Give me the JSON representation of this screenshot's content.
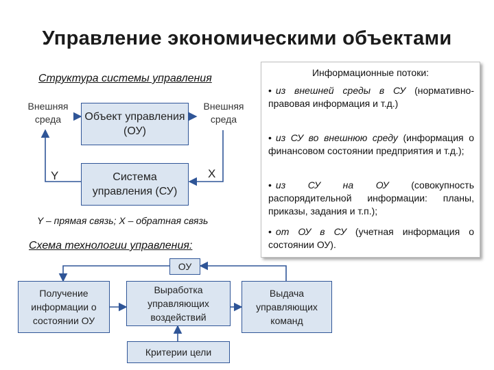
{
  "title": "Управление экономическими объектами",
  "structure": {
    "heading": "Структура системы управления",
    "left_env": "Внешняя среда",
    "right_env": "Внешняя среда",
    "object_box": "Объект управления (ОУ)",
    "system_box": "Система управления (СУ)",
    "y_label": "Y",
    "x_label": "X",
    "feedback_note": "Y – прямая связь; X – обратная связь"
  },
  "info_flows": {
    "heading": "Информационные потоки:",
    "items": [
      {
        "bullet": "•",
        "em": "из внешней среды в СУ",
        "rest": " (нормативно-правовая информация и т.д.)"
      },
      {
        "bullet": "•",
        "em": "из СУ во внешнюю среду",
        "rest": " (информация о финансовом состоянии предприятия и т.д.);"
      },
      {
        "bullet": "•",
        "em": "из СУ на ОУ",
        "rest": " (совокупность распорядительной информации: планы, приказы, задания и т.п.);"
      },
      {
        "bullet": "•",
        "em": "от ОУ в СУ",
        "rest": " (учетная информация о состоянии ОУ)."
      }
    ]
  },
  "tech_scheme": {
    "heading": "Схема технологии управления:",
    "top_box": "ОУ",
    "box1": "Получение информации о состоянии ОУ",
    "box2": "Выработка управляющих воздействий",
    "box3": "Выдача управляющих команд",
    "bottom_box": "Критерии цели"
  },
  "colors": {
    "box_fill": "#dbe5f1",
    "box_border": "#2f5597",
    "arrow": "#2f5597"
  }
}
